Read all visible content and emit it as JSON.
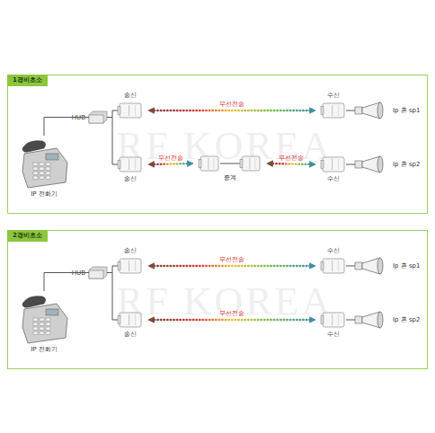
{
  "diagram": {
    "nodes": [
      {
        "text": [
          "1경비초소"
        ]
      },
      {
        "text": [
          "HUB"
        ],
        "in": 0
      },
      {
        "text": [
          "송신"
        ],
        "in": 0
      },
      {
        "text": [
          "수신"
        ],
        "in": 0
      },
      {
        "text": [
          "Ip 혼 sp1"
        ],
        "in": 0
      },
      {
        "text": [
          "IP 전화기"
        ],
        "in": 0
      },
      {
        "text": [
          "송신"
        ],
        "in": 0
      },
      {
        "text": [
          "중계"
        ],
        "in": 0
      },
      {
        "text": [
          "수신"
        ],
        "in": 0
      },
      {
        "text": [
          "Ip 혼 sp2"
        ],
        "in": 0
      },
      {
        "text": [
          "2경비초소"
        ]
      },
      {
        "text": [
          "HUB"
        ],
        "in": 10
      },
      {
        "text": [
          "송신"
        ],
        "in": 10
      },
      {
        "text": [
          "수신"
        ],
        "in": 10
      },
      {
        "text": [
          "Ip 혼 sp1"
        ],
        "in": 10
      },
      {
        "text": [
          "IP 전화기"
        ],
        "in": 10
      },
      {
        "text": [
          "송신"
        ],
        "in": 10
      },
      {
        "text": [
          "수신"
        ],
        "in": 10
      },
      {
        "text": [
          "Ip 혼 sp2"
        ],
        "in": 10
      }
    ],
    "edges": [
      {
        "from": 5,
        "to": 1,
        "arrow": "none"
      },
      {
        "from": 1,
        "to": 2,
        "arrow": "none"
      },
      {
        "from": 1,
        "to": 6,
        "arrow": "none"
      },
      {
        "from": 2,
        "to": 3,
        "label": "무선전송",
        "arrow": "both"
      },
      {
        "from": 3,
        "to": 4,
        "arrow": "none"
      },
      {
        "from": 6,
        "to": 7,
        "label": "무선전송",
        "arrow": "both"
      },
      {
        "from": 7,
        "to": 8,
        "label": "무선전송",
        "arrow": "both"
      },
      {
        "from": 8,
        "to": 9,
        "arrow": "none"
      },
      {
        "from": 15,
        "to": 11,
        "arrow": "none"
      },
      {
        "from": 11,
        "to": 12,
        "arrow": "none"
      },
      {
        "from": 11,
        "to": 16,
        "arrow": "none"
      },
      {
        "from": 12,
        "to": 13,
        "label": "무선전송",
        "arrow": "both"
      },
      {
        "from": 13,
        "to": 14,
        "arrow": "none"
      },
      {
        "from": 16,
        "to": 17,
        "label": "무선전송",
        "arrow": "both"
      },
      {
        "from": 17,
        "to": 18,
        "arrow": "none"
      }
    ],
    "labels": [
      "RF KOREA",
      "RF KOREA"
    ]
  }
}
